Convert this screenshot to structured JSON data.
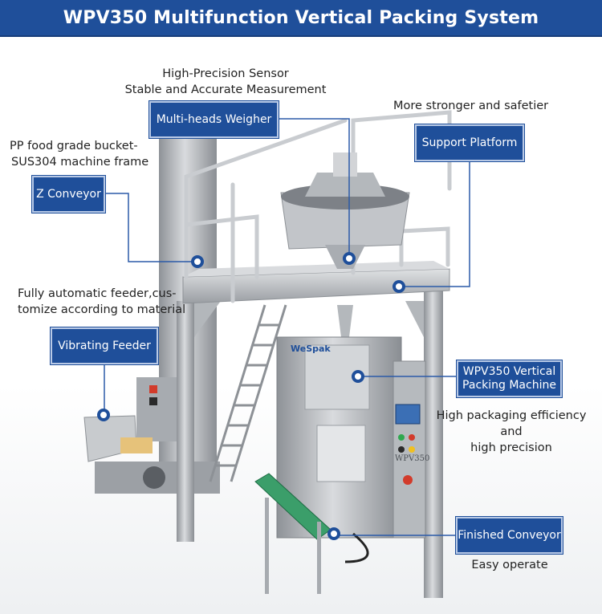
{
  "title": "WPV350 Multifunction Vertical Packing System",
  "brand_logo": "WeSpak",
  "machine_label": "WPV350",
  "labels": {
    "multihead": "Multi-heads Weigher",
    "support": "Support Platform",
    "zconveyor": "Z Conveyor",
    "feeder": "Vibrating Feeder",
    "vertical_line1": "WPV350 Vertical",
    "vertical_line2": "Packing Machine",
    "finished": "Finished Conveyor"
  },
  "notes": {
    "sensor_line1": "High-Precision Sensor",
    "sensor_line2": "Stable and Accurate Measurement",
    "platform": "More stronger and safetier",
    "bucket_line1": "PP food grade bucket-",
    "bucket_line2": "SUS304 machine frame",
    "feeder_line1": "Fully automatic feeder,cus-",
    "feeder_line2": "tomize according to material",
    "efficiency_line1": "High packaging efficiency and",
    "efficiency_line2": "high precision",
    "easy": "Easy operate"
  },
  "colors": {
    "accent": "#1f4f9a",
    "connector": "#2b5aa8",
    "steel": "#b9bcc0"
  }
}
